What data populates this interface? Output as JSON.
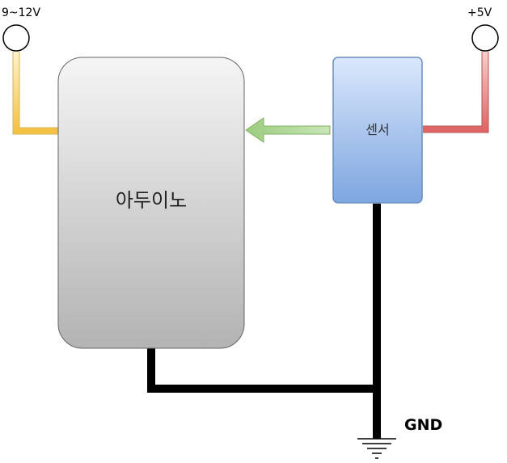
{
  "terminals": {
    "left_supply": "9~12V",
    "right_supply": "+5V"
  },
  "blocks": {
    "arduino": "아두이노",
    "sensor": "센서"
  },
  "ground_label": "GND",
  "colors": {
    "supply_wire": "#f5c242",
    "supply_5v_wire": "#e06666",
    "signal_arrow": "#a8d08d",
    "ground_wire": "#000000",
    "arduino_fill_top": "#f4f4f4",
    "arduino_fill_bottom": "#b3b3b3",
    "sensor_fill_top": "#dae8fc",
    "sensor_fill_bottom": "#7ea6e0"
  }
}
